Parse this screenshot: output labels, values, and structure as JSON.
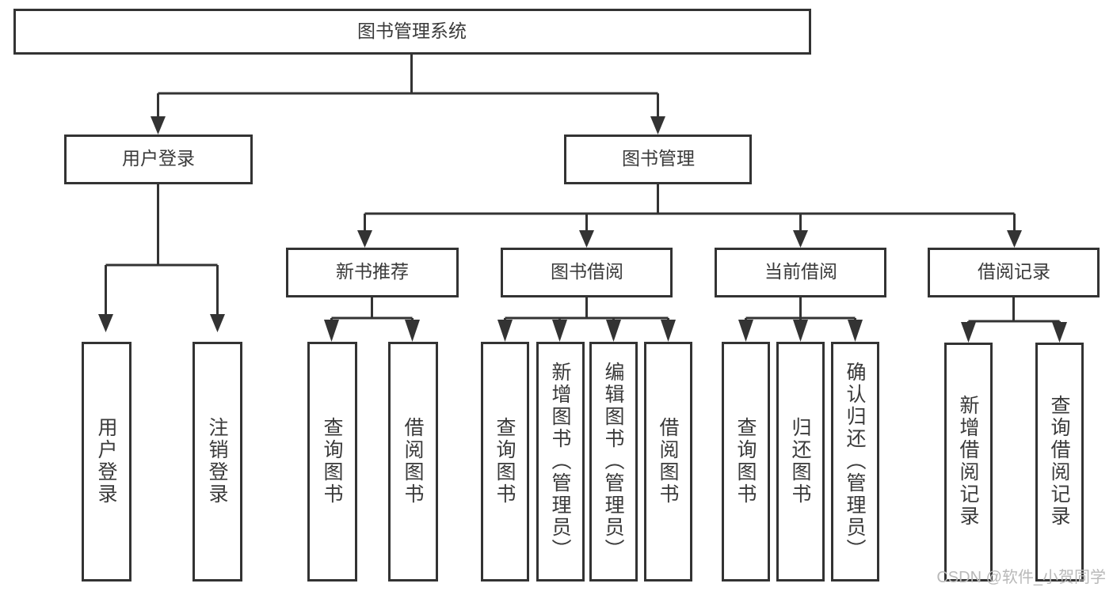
{
  "diagram": {
    "type": "tree-hierarchy",
    "orientation": "top-down",
    "title": "图书管理系统",
    "root": {
      "id": "root",
      "label": "图书管理系统",
      "shape": "rect",
      "text_orientation": "horizontal"
    },
    "level2": [
      {
        "id": "user-login",
        "label": "用户登录",
        "shape": "rect",
        "text_orientation": "horizontal"
      },
      {
        "id": "book-manage",
        "label": "图书管理",
        "shape": "rect",
        "text_orientation": "horizontal"
      }
    ],
    "level3": [
      {
        "id": "new-book-recommend",
        "label": "新书推荐",
        "parent": "book-manage",
        "shape": "rect",
        "text_orientation": "horizontal"
      },
      {
        "id": "book-borrow",
        "label": "图书借阅",
        "parent": "book-manage",
        "shape": "rect",
        "text_orientation": "horizontal"
      },
      {
        "id": "current-borrow",
        "label": "当前借阅",
        "parent": "book-manage",
        "shape": "rect",
        "text_orientation": "horizontal"
      },
      {
        "id": "borrow-record",
        "label": "借阅记录",
        "parent": "book-manage",
        "shape": "rect",
        "text_orientation": "horizontal"
      }
    ],
    "leaves": [
      {
        "id": "leaf-user-login",
        "label": "用户登录",
        "parent": "user-login",
        "text_orientation": "vertical"
      },
      {
        "id": "leaf-logout-login",
        "label": "注销登录",
        "parent": "user-login",
        "text_orientation": "vertical"
      },
      {
        "id": "leaf-query-book-1",
        "label": "查询图书",
        "parent": "new-book-recommend",
        "text_orientation": "vertical"
      },
      {
        "id": "leaf-borrow-book-1",
        "label": "借阅图书",
        "parent": "new-book-recommend",
        "text_orientation": "vertical"
      },
      {
        "id": "leaf-query-book-2",
        "label": "查询图书",
        "parent": "book-borrow",
        "text_orientation": "vertical"
      },
      {
        "id": "leaf-add-book-admin",
        "label": "新增图书（管理员）",
        "parent": "book-borrow",
        "text_orientation": "vertical"
      },
      {
        "id": "leaf-edit-book-admin",
        "label": "编辑图书（管理员）",
        "parent": "book-borrow",
        "text_orientation": "vertical"
      },
      {
        "id": "leaf-borrow-book-2",
        "label": "借阅图书",
        "parent": "book-borrow",
        "text_orientation": "vertical"
      },
      {
        "id": "leaf-query-book-3",
        "label": "查询图书",
        "parent": "current-borrow",
        "text_orientation": "vertical"
      },
      {
        "id": "leaf-return-book",
        "label": "归还图书",
        "parent": "current-borrow",
        "text_orientation": "vertical"
      },
      {
        "id": "leaf-confirm-return-admin",
        "label": "确认归还（管理员）",
        "parent": "current-borrow",
        "text_orientation": "vertical"
      },
      {
        "id": "leaf-add-borrow-record",
        "label": "新增借阅记录",
        "parent": "borrow-record",
        "text_orientation": "vertical"
      },
      {
        "id": "leaf-query-borrow-record",
        "label": "查询借阅记录",
        "parent": "borrow-record",
        "text_orientation": "vertical"
      }
    ]
  },
  "watermark": {
    "text": "CSDN @软件_小贺同学"
  },
  "colors": {
    "box_stroke": "#333333",
    "box_fill": "#ffffff",
    "text": "#3a3a3a",
    "connector": "#333333",
    "watermark": "#b9b9b9",
    "background": "#ffffff"
  }
}
